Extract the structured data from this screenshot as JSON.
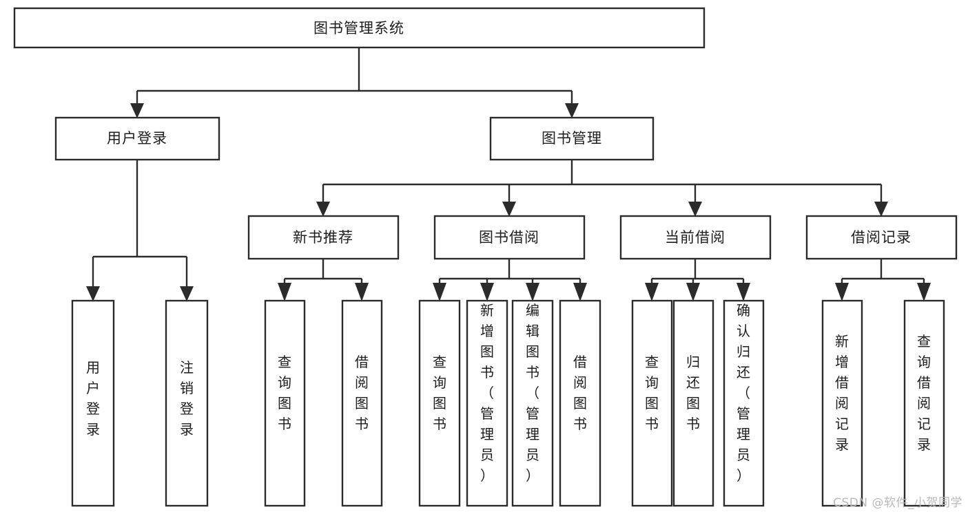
{
  "diagram": {
    "type": "tree-hierarchy",
    "title": "图书管理系统",
    "root": {
      "id": "root",
      "label": "图书管理系统",
      "orientation": "horizontal"
    },
    "level2": [
      {
        "id": "user-login",
        "label": "用户登录",
        "orientation": "horizontal"
      },
      {
        "id": "book-manage",
        "label": "图书管理",
        "orientation": "horizontal"
      }
    ],
    "level3": [
      {
        "id": "new-book-rec",
        "label": "新书推荐",
        "orientation": "horizontal",
        "parent": "book-manage"
      },
      {
        "id": "book-borrow",
        "label": "图书借阅",
        "orientation": "horizontal",
        "parent": "book-manage"
      },
      {
        "id": "current-borrow",
        "label": "当前借阅",
        "orientation": "horizontal",
        "parent": "book-manage"
      },
      {
        "id": "borrow-record",
        "label": "借阅记录",
        "orientation": "horizontal",
        "parent": "book-manage"
      }
    ],
    "leaves": [
      {
        "id": "leaf-user-login",
        "label": "用户登录",
        "chars": [
          "用",
          "户",
          "登",
          "录"
        ],
        "parent": "user-login"
      },
      {
        "id": "leaf-logout",
        "label": "注销登录",
        "chars": [
          "注",
          "销",
          "登",
          "录"
        ],
        "parent": "user-login"
      },
      {
        "id": "leaf-query-book-1",
        "label": "查询图书",
        "chars": [
          "查",
          "询",
          "图",
          "书"
        ],
        "parent": "new-book-rec"
      },
      {
        "id": "leaf-borrow-book-1",
        "label": "借阅图书",
        "chars": [
          "借",
          "阅",
          "图",
          "书"
        ],
        "parent": "new-book-rec"
      },
      {
        "id": "leaf-query-book-2",
        "label": "查询图书",
        "chars": [
          "查",
          "询",
          "图",
          "书"
        ],
        "parent": "book-borrow"
      },
      {
        "id": "leaf-add-book",
        "label": "新增图书（管理员）",
        "chars": [
          "新",
          "增",
          "图",
          "书",
          "（",
          "管",
          "理",
          "员",
          "）"
        ],
        "parent": "book-borrow"
      },
      {
        "id": "leaf-edit-book",
        "label": "编辑图书（管理员）",
        "chars": [
          "编",
          "辑",
          "图",
          "书",
          "（",
          "管",
          "理",
          "员",
          "）"
        ],
        "parent": "book-borrow"
      },
      {
        "id": "leaf-borrow-book-2",
        "label": "借阅图书",
        "chars": [
          "借",
          "阅",
          "图",
          "书"
        ],
        "parent": "book-borrow"
      },
      {
        "id": "leaf-query-book-3",
        "label": "查询图书",
        "chars": [
          "查",
          "询",
          "图",
          "书"
        ],
        "parent": "current-borrow"
      },
      {
        "id": "leaf-return-book",
        "label": "归还图书",
        "chars": [
          "归",
          "还",
          "图",
          "书"
        ],
        "parent": "current-borrow"
      },
      {
        "id": "leaf-confirm-return",
        "label": "确认归还（管理员）",
        "chars": [
          "确",
          "认",
          "归",
          "还",
          "（",
          "管",
          "理",
          "员",
          "）"
        ],
        "parent": "current-borrow"
      },
      {
        "id": "leaf-add-record",
        "label": "新增借阅记录",
        "chars": [
          "新",
          "增",
          "借",
          "阅",
          "记",
          "录"
        ],
        "parent": "borrow-record"
      },
      {
        "id": "leaf-query-record",
        "label": "查询借阅记录",
        "chars": [
          "查",
          "询",
          "借",
          "阅",
          "记",
          "录"
        ],
        "parent": "borrow-record"
      }
    ],
    "colors": {
      "stroke": "#2b2b2b",
      "fill": "#ffffff",
      "text": "#1d1d1d",
      "background": "#ffffff",
      "watermark": "#b9b9b9"
    }
  },
  "watermark": {
    "text": "CSDN @软件_小贺同学"
  }
}
